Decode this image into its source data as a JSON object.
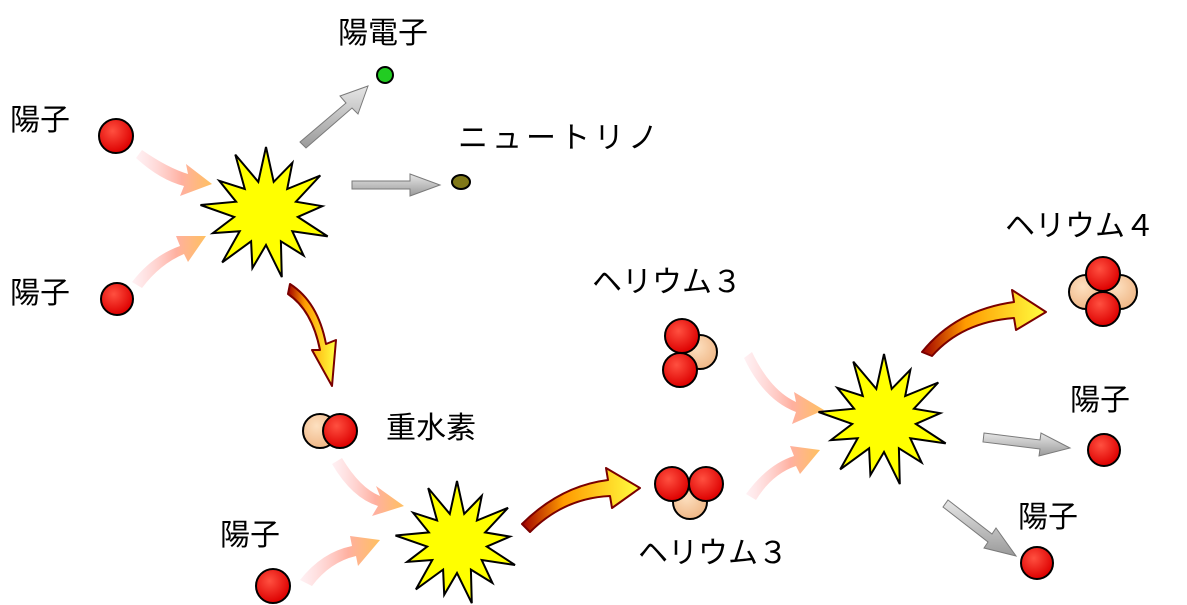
{
  "labels": {
    "positron": "陽電子",
    "neutrino": "ニュートリノ",
    "proton_in_1": "陽子",
    "proton_in_2": "陽子",
    "deuterium": "重水素",
    "proton_in_3": "陽子",
    "helium3_top": "ヘリウム３",
    "helium3_bottom": "ヘリウム３",
    "helium4": "ヘリウム４",
    "proton_out_1": "陽子",
    "proton_out_2": "陽子"
  },
  "colors": {
    "proton": "#ee0000",
    "neutron": "#f7c79a",
    "positron": "#22cc22",
    "neutrino": "#807818",
    "explosion": "#ffff00",
    "gray_arrow": "#b8b8b8",
    "pink_arrow": "#ffb080",
    "product_arrow": "#ffee00",
    "product_arrow_edge": "#8b0000"
  }
}
